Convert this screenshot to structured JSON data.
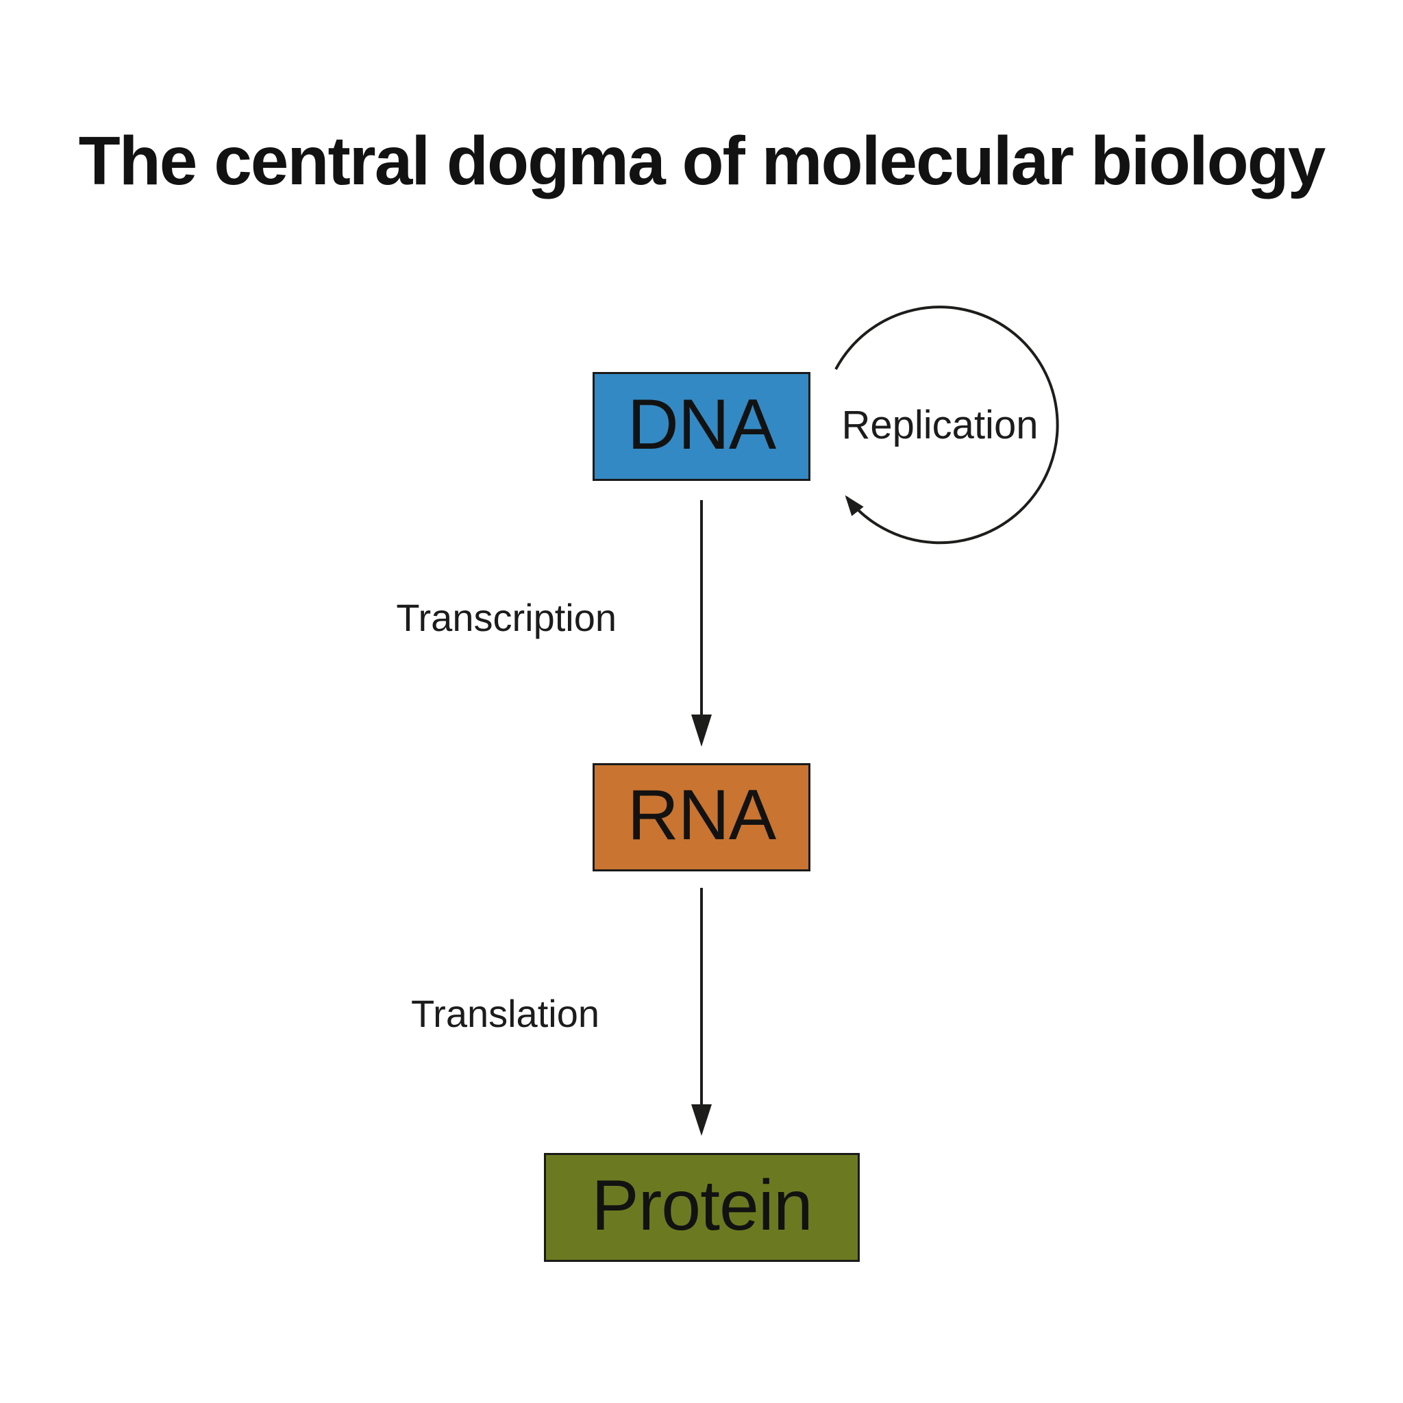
{
  "title": "The central dogma of molecular biology",
  "diagram": {
    "nodes": [
      {
        "id": "dna",
        "label": "DNA",
        "color": "#3389c3"
      },
      {
        "id": "rna",
        "label": "RNA",
        "color": "#c97430"
      },
      {
        "id": "protein",
        "label": "Protein",
        "color": "#6b7a20"
      }
    ],
    "edges": [
      {
        "from": "dna",
        "to": "rna",
        "label": "Transcription",
        "type": "straight-down"
      },
      {
        "from": "rna",
        "to": "protein",
        "label": "Translation",
        "type": "straight-down"
      },
      {
        "from": "dna",
        "to": "dna",
        "label": "Replication",
        "type": "self-loop-circle"
      }
    ]
  },
  "colors": {
    "background": "#ffffff",
    "line": "#1d1d1b",
    "text": "#121212",
    "dna_fill": "#3389c3",
    "rna_fill": "#c97430",
    "protein_fill": "#6b7a20"
  }
}
